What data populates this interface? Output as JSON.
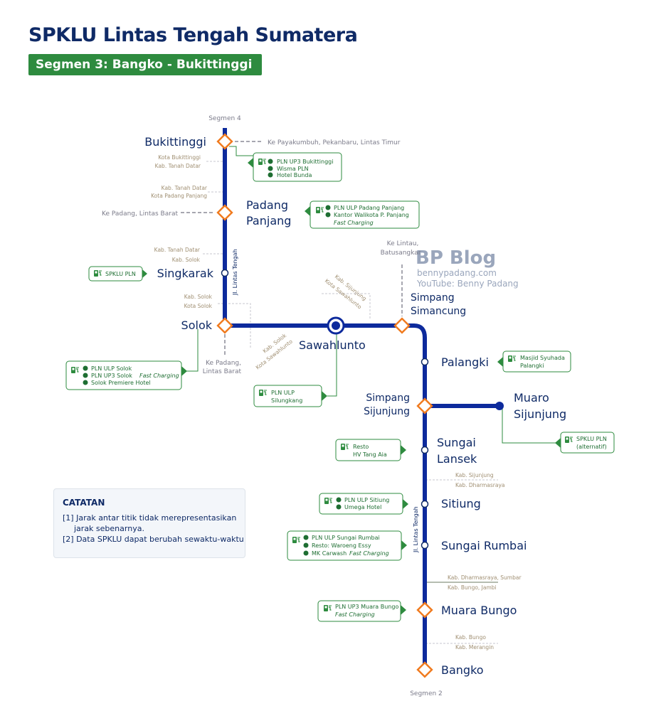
{
  "header": {
    "title": "SPKLU Lintas Tengah Sumatera",
    "subtitle": "Segmen 3: Bangko - Bukittinggi"
  },
  "colors": {
    "route": "#0d2a9c",
    "junction": "#f07b1f",
    "charger_green": "#2e8b3f",
    "title_navy": "#0f2a66"
  },
  "segments": {
    "top": "Segmen 4",
    "bottom": "Segmen 2"
  },
  "road_labels": {
    "upper": "Jl. Lintas Tengah",
    "lower": "Jl. Lintas Tengah"
  },
  "stations": {
    "bukittinggi": "Bukittinggi",
    "padang_panjang_1": "Padang",
    "padang_panjang_2": "Panjang",
    "singkarak": "Singkarak",
    "solok": "Solok",
    "sawahlunto": "Sawahlunto",
    "simpang_simancung_1": "Simpang",
    "simpang_simancung_2": "Simancung",
    "palangki": "Palangki",
    "simpang_sijunjung_1": "Simpang",
    "simpang_sijunjung_2": "Sijunjung",
    "muaro_sijunjung_1": "Muaro",
    "muaro_sijunjung_2": "Sijunjung",
    "sungai_lansek_1": "Sungai",
    "sungai_lansek_2": "Lansek",
    "sitiung": "Sitiung",
    "sungai_rumbai": "Sungai Rumbai",
    "muara_bungo": "Muara Bungo",
    "bangko": "Bangko"
  },
  "directions": {
    "payakumbuh": "Ke Payakumbuh, Pekanbaru, Lintas Timur",
    "padang_barat": "Ke Padang, Lintas Barat",
    "lintau_1": "Ke Lintau,",
    "lintau_2": "Batusangkar",
    "solok_padang_1": "Ke Padang,",
    "solok_padang_2": "Lintas Barat"
  },
  "boundaries": {
    "b1a": "Kota Bukittinggi",
    "b1b": "Kab. Tanah Datar",
    "b2a": "Kab. Tanah Datar",
    "b2b": "Kota Padang Panjang",
    "b3a": "Kab. Tanah Datar",
    "b3b": "Kab. Solok",
    "b4a": "Kab. Solok",
    "b4b": "Kota Solok",
    "b5a": "Kab. Sijunjung",
    "b5b": "Kota Sawahlunto",
    "b6a": "Kab. Solok",
    "b6b": "Kota Sawahlunto",
    "b7a": "Kab. Sijunjung",
    "b7b": "Kab. Dharmasraya",
    "b8a": "Kab. Dharmasraya, Sumbar",
    "b8b": "Kab. Bungo, Jambi",
    "b9a": "Kab. Bungo",
    "b9b": "Kab. Merangin"
  },
  "chargers": {
    "bukittinggi": [
      "PLN UP3 Bukittinggi",
      "Wisma PLN",
      "Hotel Bunda"
    ],
    "padang_panjang": [
      "PLN ULP Padang Panjang",
      "Kantor Walikota P. Panjang"
    ],
    "padang_panjang_note": "Fast Charging",
    "singkarak": "SPKLU PLN",
    "solok": [
      "PLN ULP Solok",
      "PLN UP3 Solok",
      "Solok Premiere Hotel"
    ],
    "solok_note": "Fast Charging",
    "sawahlunto": [
      "PLN ULP",
      "Silungkang"
    ],
    "palangki": [
      "Masjid Syuhada",
      "Palangki"
    ],
    "muaro": [
      "SPKLU PLN",
      "(alternatif)"
    ],
    "sungai_lansek": [
      "Resto",
      "HV Tang Aia"
    ],
    "sitiung": [
      "PLN ULP Sitiung",
      "Umega Hotel"
    ],
    "sungai_rumbai": [
      "PLN ULP Sungai Rumbai",
      "Resto: Waroeng Essy",
      "MK Carwash"
    ],
    "sungai_rumbai_note": "Fast Charging",
    "muara_bungo": "PLN UP3 Muara Bungo",
    "muara_bungo_note": "Fast Charging"
  },
  "watermark": {
    "brand": "BP Blog",
    "site": "bennypadang.com",
    "youtube": "YouTube: Benny Padang"
  },
  "notes": {
    "title": "CATATAN",
    "line1": "[1] Jarak antar titik tidak merepresentasikan",
    "line1b": "jarak sebenarnya.",
    "line2": "[2] Data SPKLU dapat berubah sewaktu-waktu"
  }
}
